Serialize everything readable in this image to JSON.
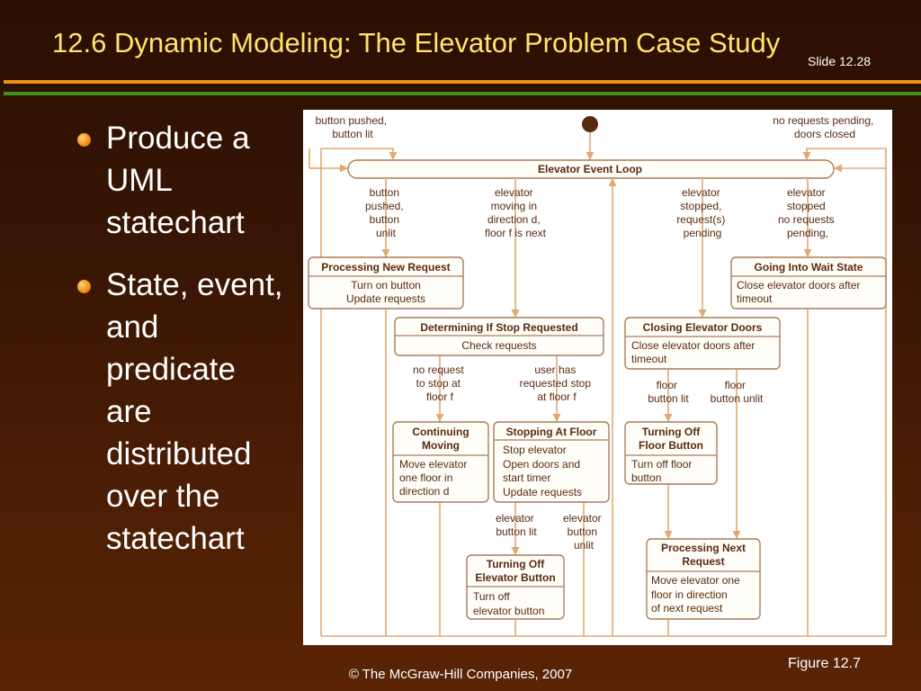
{
  "slide": {
    "title": "12.6  Dynamic Modeling: The Elevator Problem Case Study",
    "number": "Slide 12.28",
    "bullets": [
      "Produce a UML statechart",
      "State, event, and predicate are distributed over the statechart"
    ],
    "figure_label": "Figure 12.7",
    "footer": "© The McGraw-Hill Companies, 2007"
  },
  "diagram": {
    "event_loop": "Elevator Event Loop",
    "edges": {
      "top_left": [
        "button pushed,",
        "button lit"
      ],
      "top_right": [
        "no requests pending,",
        "doors closed"
      ],
      "button_unlit": [
        "button",
        "pushed,",
        "button",
        "unlit"
      ],
      "moving": [
        "elevator",
        "moving in",
        "direction d,",
        "floor f is next"
      ],
      "stopped_pending": [
        "elevator",
        "stopped,",
        "request(s)",
        "pending"
      ],
      "stopped_none": [
        "elevator",
        "stopped",
        "no requests",
        "pending,"
      ],
      "no_request": [
        "no request",
        "to stop at",
        "floor f"
      ],
      "user_request": [
        "user has",
        "requested stop",
        "at floor f"
      ],
      "floor_lit": [
        "floor",
        "button lit"
      ],
      "floor_unlit": [
        "floor",
        "button unlit"
      ],
      "elev_lit": [
        "elevator",
        "button lit"
      ],
      "elev_unlit": [
        "elevator",
        "button",
        "unlit"
      ]
    },
    "states": {
      "processing_new": {
        "name": "Processing New Request",
        "actions": [
          "Turn on button",
          "Update requests"
        ]
      },
      "going_wait": {
        "name": "Going Into Wait State",
        "actions": [
          "Close elevator doors after",
          "timeout"
        ]
      },
      "determining": {
        "name": "Determining If Stop Requested",
        "actions": [
          "Check requests"
        ]
      },
      "closing_doors": {
        "name": "Closing Elevator Doors",
        "actions": [
          "Close elevator doors after",
          "timeout"
        ]
      },
      "continuing": {
        "name": [
          "Continuing",
          "Moving"
        ],
        "actions": [
          "Move elevator",
          "one floor in",
          "direction d"
        ]
      },
      "stopping": {
        "name": "Stopping At Floor",
        "actions": [
          "Stop elevator",
          "Open doors and",
          "start timer",
          "Update requests"
        ]
      },
      "turn_off_floor": {
        "name": [
          "Turning Off",
          "Floor Button"
        ],
        "actions": [
          "Turn off floor",
          "button"
        ]
      },
      "turn_off_elev": {
        "name": [
          "Turning Off",
          "Elevator Button"
        ],
        "actions": [
          "Turn off",
          "elevator button"
        ]
      },
      "processing_next": {
        "name": [
          "Processing Next",
          "Request"
        ],
        "actions": [
          "Move elevator one",
          "floor in direction",
          "of next request"
        ]
      }
    }
  }
}
